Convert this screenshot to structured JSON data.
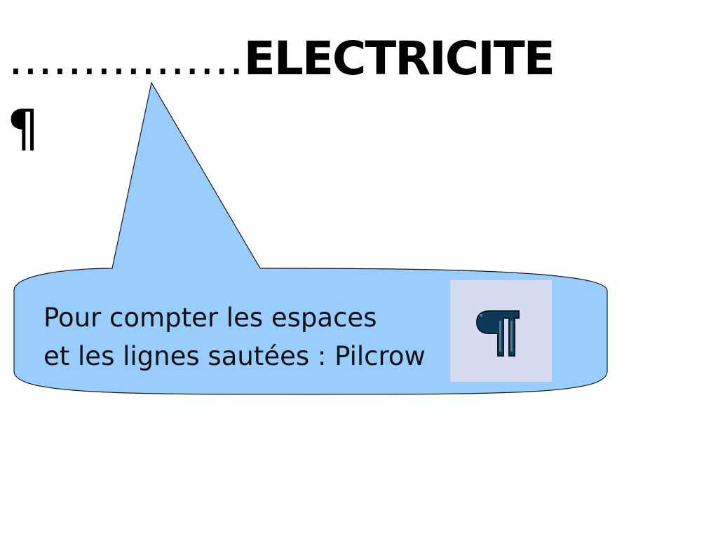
{
  "heading": {
    "dots": "................",
    "word": "ELECTRICITE"
  },
  "pilcrow_mark": "¶",
  "callout": {
    "line1": "Pour compter les espaces",
    "line2": "et les lignes sautées : Pilcrow",
    "fill_color": "#99ccff",
    "icon": "pilcrow-icon"
  }
}
